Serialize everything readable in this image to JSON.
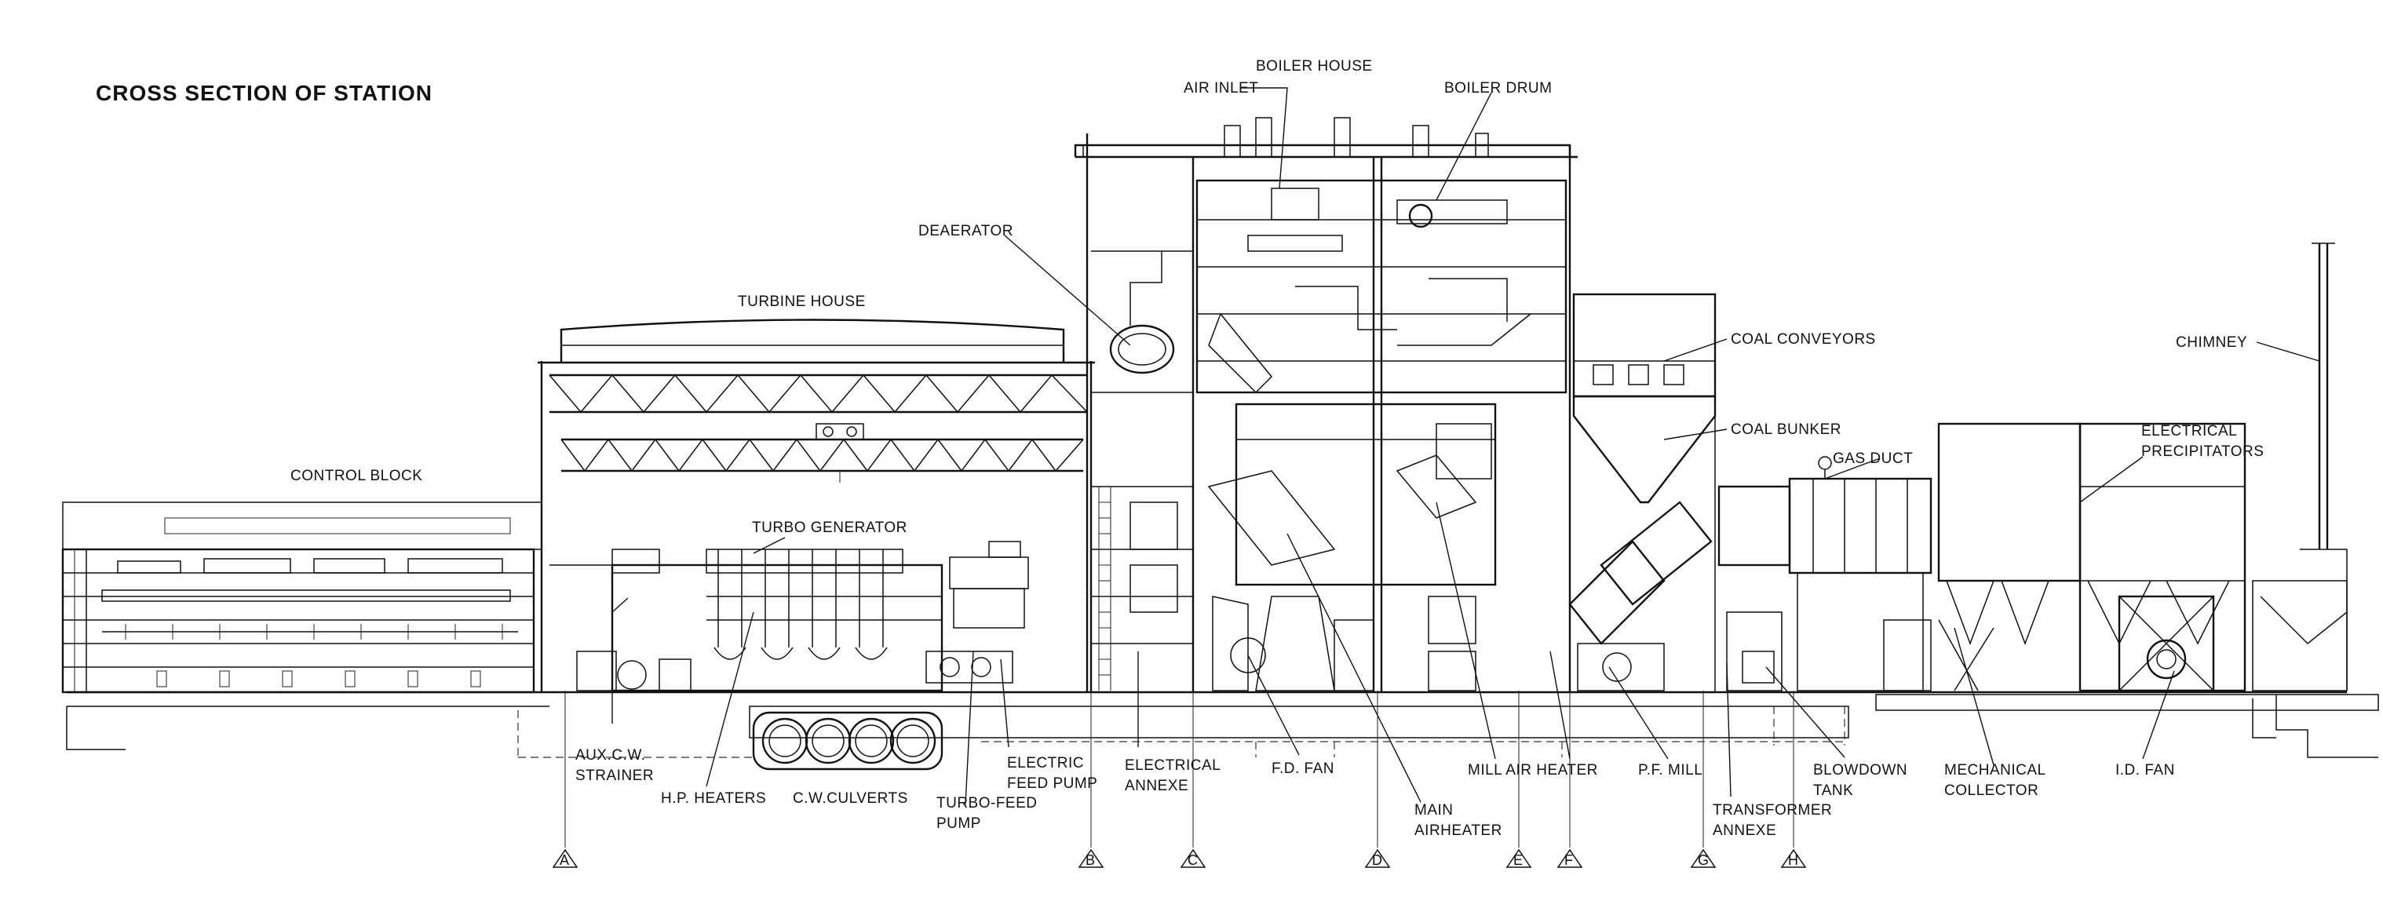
{
  "title": "CROSS SECTION OF STATION",
  "labels": {
    "boiler_house": "BOILER HOUSE",
    "air_inlet": "AIR INLET",
    "boiler_drum": "BOILER DRUM",
    "deaerator": "DEAERATOR",
    "turbine_house": "TURBINE HOUSE",
    "coal_conveyors": "COAL CONVEYORS",
    "chimney": "CHIMNEY",
    "coal_bunker": "COAL BUNKER",
    "gas_duct": "GAS DUCT",
    "electrical_precipitators_1": "ELECTRICAL",
    "electrical_precipitators_2": "PRECIPITATORS",
    "control_block": "CONTROL BLOCK",
    "turbo_generator": "TURBO GENERATOR",
    "aux_cw_strainer_1": "AUX.C.W.",
    "aux_cw_strainer_2": "STRAINER",
    "hp_heaters": "H.P. HEATERS",
    "cw_culverts": "C.W.CULVERTS",
    "turbo_feed_pump_1": "TURBO-FEED",
    "turbo_feed_pump_2": "PUMP",
    "electric_feed_pump_1": "ELECTRIC",
    "electric_feed_pump_2": "FEED PUMP",
    "electrical_annexe_1": "ELECTRICAL",
    "electrical_annexe_2": "ANNEXE",
    "fd_fan": "F.D. FAN",
    "main_airheater_1": "MAIN",
    "main_airheater_2": "AIRHEATER",
    "mill_air_heater": "MILL AIR HEATER",
    "pf_mill": "P.F. MILL",
    "transformer_annexe_1": "TRANSFORMER",
    "transformer_annexe_2": "ANNEXE",
    "blowdown_tank_1": "BLOWDOWN",
    "blowdown_tank_2": "TANK",
    "mechanical_collector_1": "MECHANICAL",
    "mechanical_collector_2": "COLLECTOR",
    "id_fan": "I.D. FAN"
  },
  "grid_markers": [
    "A",
    "B",
    "C",
    "D",
    "E",
    "F",
    "G",
    "H"
  ]
}
